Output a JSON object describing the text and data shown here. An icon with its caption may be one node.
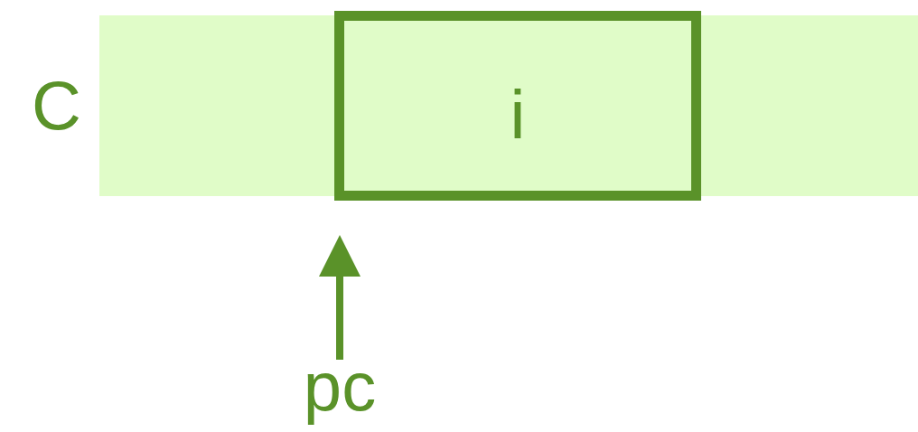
{
  "diagram": {
    "nodes": [
      {
        "text": [
          "C"
        ]
      },
      {
        "text": [
          "i"
        ],
        "in": 0
      },
      {
        "text": [
          "pc"
        ]
      }
    ],
    "edges": [
      {
        "from": 2,
        "to": 1,
        "arrow": "to"
      }
    ]
  }
}
